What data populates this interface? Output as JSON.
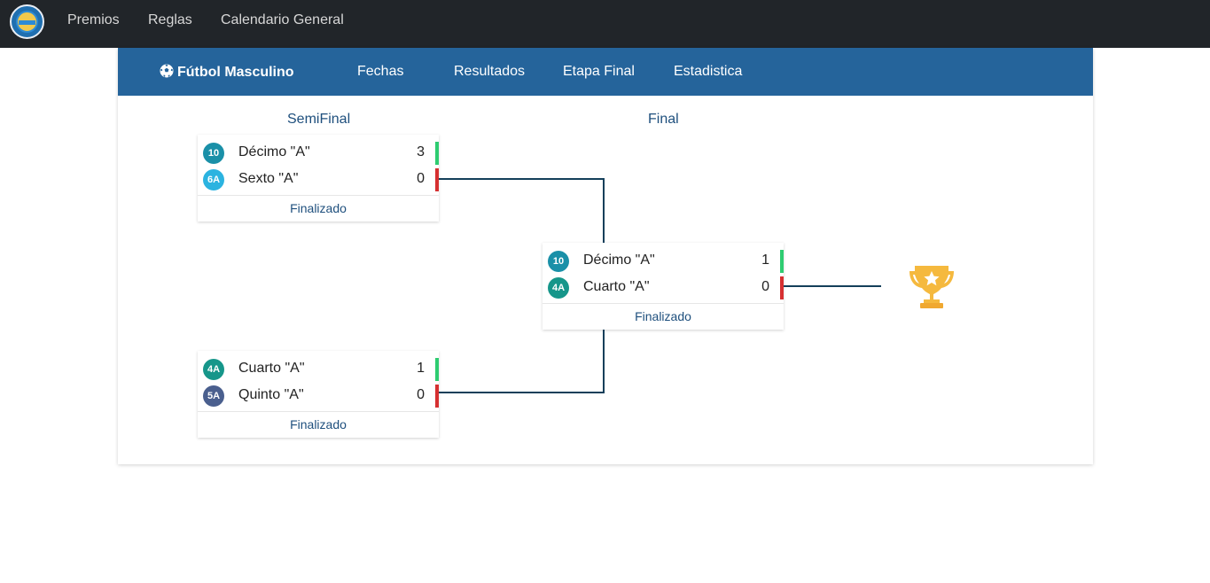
{
  "topnav": {
    "items": [
      {
        "label": "Premios"
      },
      {
        "label": "Reglas"
      },
      {
        "label": "Calendario General"
      }
    ]
  },
  "subnav": {
    "brand": "Fútbol Masculino",
    "brand_icon": "soccer-ball-icon",
    "items": [
      {
        "label": "Fechas"
      },
      {
        "label": "Resultados"
      },
      {
        "label": "Etapa Final"
      },
      {
        "label": "Estadistica"
      }
    ]
  },
  "rounds": {
    "semifinal": "SemiFinal",
    "final": "Final"
  },
  "matches": {
    "semi1": {
      "team1": {
        "badge": "10",
        "name": "Décimo \"A\"",
        "score": "3",
        "badge_color": "#1a90a8",
        "result": "win"
      },
      "team2": {
        "badge": "6A",
        "name": "Sexto \"A\"",
        "score": "0",
        "badge_color": "#2bb3e0",
        "result": "loss"
      },
      "status": "Finalizado"
    },
    "semi2": {
      "team1": {
        "badge": "4A",
        "name": "Cuarto \"A\"",
        "score": "1",
        "badge_color": "#16968a",
        "result": "win"
      },
      "team2": {
        "badge": "5A",
        "name": "Quinto \"A\"",
        "score": "0",
        "badge_color": "#4a5f8e",
        "result": "loss"
      },
      "status": "Finalizado"
    },
    "final": {
      "team1": {
        "badge": "10",
        "name": "Décimo \"A\"",
        "score": "1",
        "badge_color": "#1a90a8",
        "result": "win"
      },
      "team2": {
        "badge": "4A",
        "name": "Cuarto \"A\"",
        "score": "0",
        "badge_color": "#16968a",
        "result": "loss"
      },
      "status": "Finalizado"
    }
  },
  "colors": {
    "topbar": "#212529",
    "subnav": "#25649b",
    "win": "#2ecc71",
    "loss": "#d63031",
    "connector": "#143f5a",
    "trophy": "#f5b93e"
  },
  "trophy_icon": "trophy-icon"
}
